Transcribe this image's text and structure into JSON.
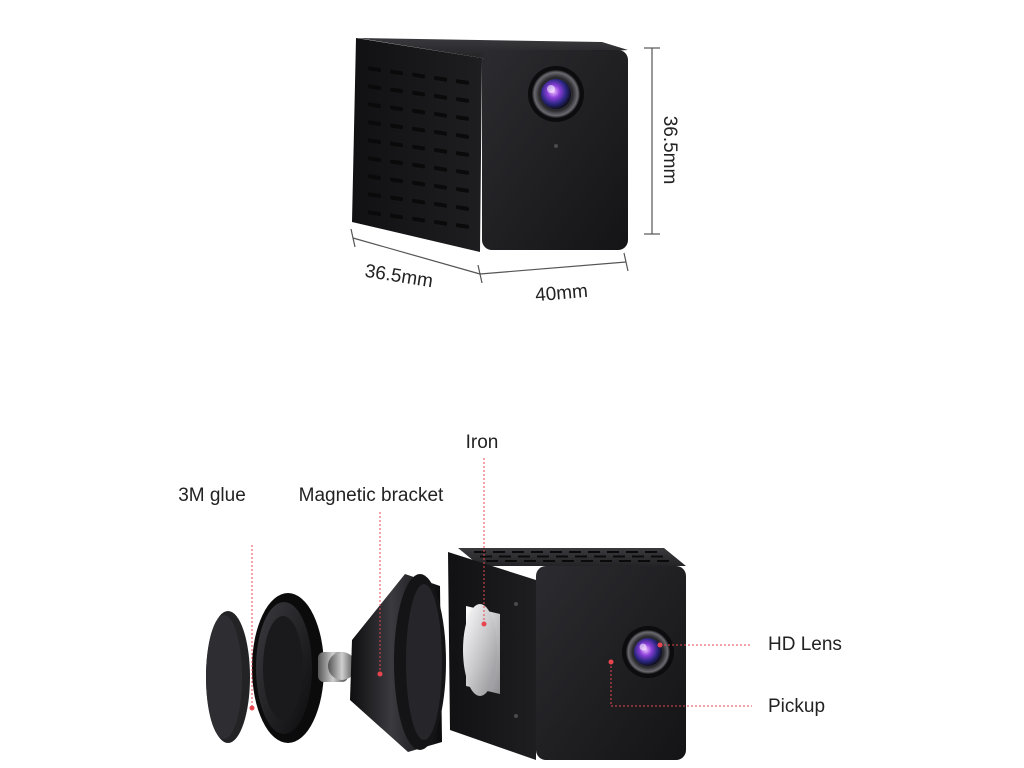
{
  "dimensions": {
    "depth": "36.5mm",
    "width": "40mm",
    "height": "36.5mm"
  },
  "callouts": {
    "glue": "3M glue",
    "bracket": "Magnetic bracket",
    "iron": "Iron",
    "lens": "HD Lens",
    "pickup": "Pickup"
  },
  "colors": {
    "body": "#1c1c1e",
    "callout": "#e8454f",
    "dimension": "#555555"
  }
}
